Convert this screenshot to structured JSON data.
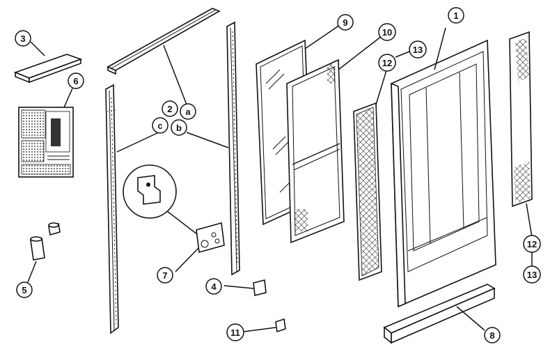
{
  "callouts": {
    "c1": "1",
    "c2": "2",
    "c2a": "a",
    "c2b": "b",
    "c2c": "c",
    "c3": "3",
    "c4": "4",
    "c5": "5",
    "c6": "6",
    "c7": "7",
    "c8": "8",
    "c9": "9",
    "c10": "10",
    "c11": "11",
    "c12_left": "12",
    "c13_left": "13",
    "c12_right": "12",
    "c13_right": "13"
  }
}
